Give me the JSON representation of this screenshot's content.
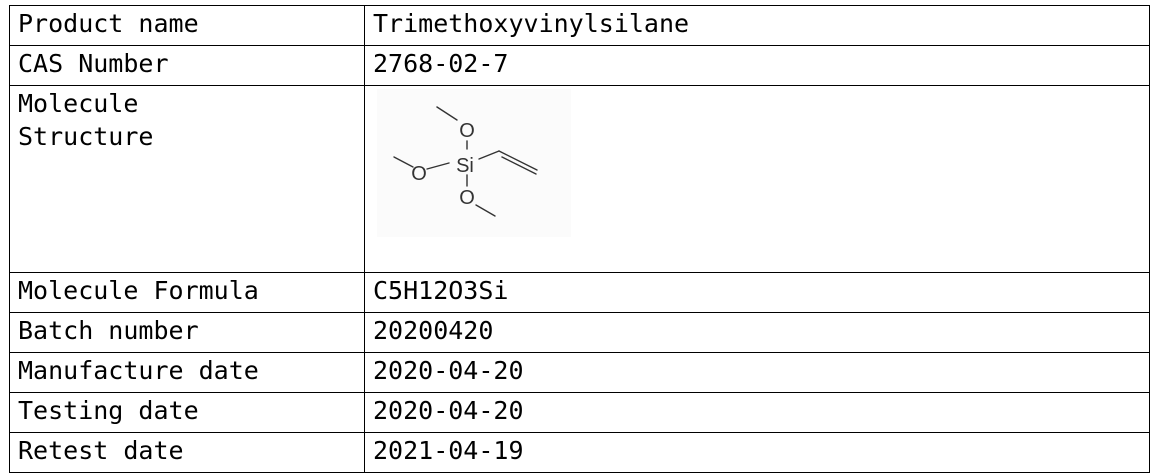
{
  "rows": [
    {
      "label": "Product name",
      "value": "Trimethoxyvinylsilane"
    },
    {
      "label": "CAS Number",
      "value": "2768-02-7"
    },
    {
      "label": "Molecule\nStructure",
      "value": ""
    },
    {
      "label": "Molecule Formula",
      "value": "C5H12O3Si"
    },
    {
      "label": "Batch number",
      "value": "20200420"
    },
    {
      "label": "Manufacture date",
      "value": "2020-04-20"
    },
    {
      "label": "Testing date",
      "value": "2020-04-20"
    },
    {
      "label": "Retest date",
      "value": "2021-04-19"
    }
  ],
  "structure": {
    "atoms": [
      "O",
      "O",
      "Si",
      "O"
    ]
  }
}
